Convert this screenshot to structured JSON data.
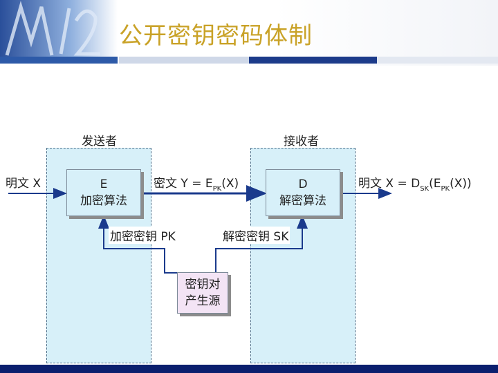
{
  "slide": {
    "title": "公开密钥密码体制"
  },
  "diagram": {
    "sender_label": "发送者",
    "receiver_label": "接收者",
    "plaintext_in": "明文 X",
    "encrypt_box": {
      "line1": "E",
      "line2": "加密算法"
    },
    "ciphertext": {
      "text": "密文 Y = E",
      "sub": "PK",
      "tail": "(X)"
    },
    "decrypt_box": {
      "line1": "D",
      "line2": "解密算法"
    },
    "plaintext_out": {
      "p1": "明文 X = D",
      "s1": "SK",
      "p2": "(E",
      "s2": "PK",
      "p3": "(X))"
    },
    "public_key_label": "加密密钥 PK",
    "private_key_label": "解密密钥 SK",
    "keygen_box": {
      "line1": "密钥对",
      "line2": "产生源"
    }
  },
  "colors": {
    "title": "#c9a227",
    "zone_fill": "#d7f0f9",
    "arrow": "#1a3a8c",
    "footer": "#0b1f6e"
  }
}
